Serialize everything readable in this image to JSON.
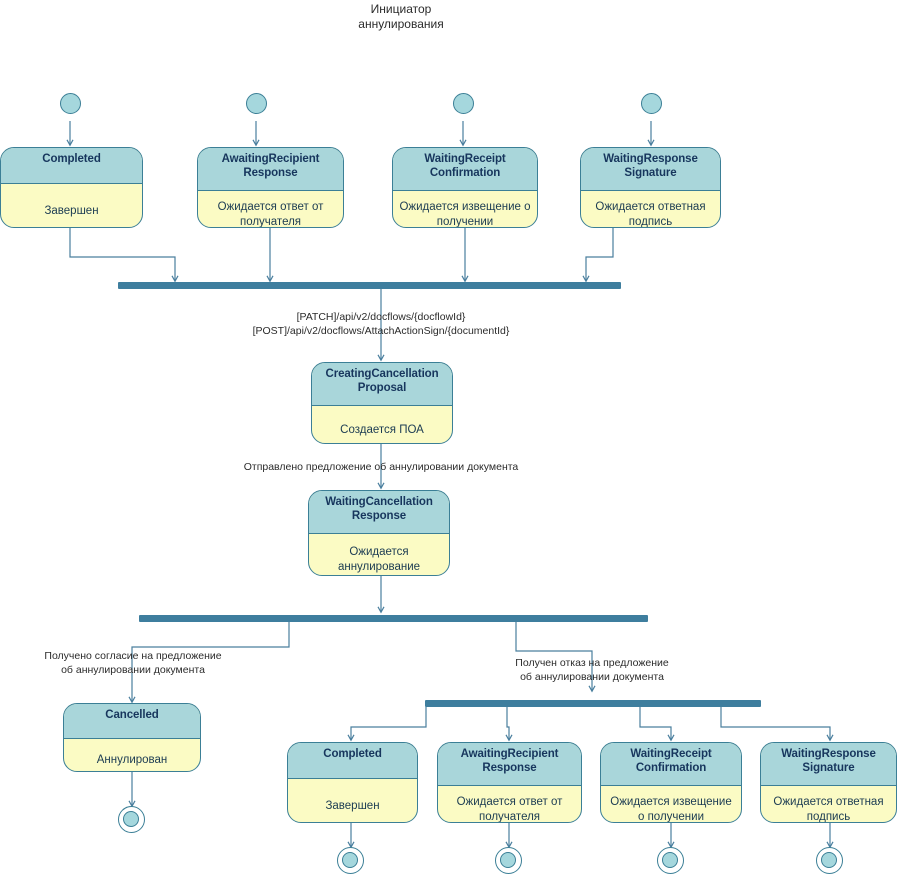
{
  "diagram": {
    "title": "Инициатор\nаннулирования",
    "colors": {
      "header_fill": "#a9d6da",
      "body_fill": "#fbfbc4",
      "border": "#3b7f96",
      "bar": "#3e7e9e",
      "connector": "#4a7f9e",
      "text": "#1b3b52"
    }
  },
  "top_states": [
    {
      "name": "Completed",
      "description": "Завершен"
    },
    {
      "name": "AwaitingRecipient\nResponse",
      "description": "Ожидается ответ от\nполучателя"
    },
    {
      "name": "WaitingReceipt\nConfirmation",
      "description": "Ожидается извещение\nо получении"
    },
    {
      "name": "WaitingResponse\nSignature",
      "description": "Ожидается ответная\nподпись"
    }
  ],
  "transitions": {
    "api_calls": "[PATCH]/api/v2/docflows/{docflowId}\n[POST]/api/v2/docflows/AttachActionSign/{documentId}",
    "proposal_sent": "Отправлено предложение об аннулировании документа",
    "accepted": "Получено согласие на предложение\nоб аннулировании документа",
    "rejected": "Получен отказ на предложение\nоб аннулировании документа"
  },
  "middle_states": [
    {
      "name": "CreatingCancellation\nProposal",
      "description": "Создается ПОА"
    },
    {
      "name": "WaitingCancellation\nResponse",
      "description": "Ожидается\nаннулирование"
    }
  ],
  "cancelled_state": {
    "name": "Cancelled",
    "description": "Аннулирован"
  },
  "bottom_states": [
    {
      "name": "Completed",
      "description": "Завершен"
    },
    {
      "name": "AwaitingRecipient\nResponse",
      "description": "Ожидается ответ от\nполучателя"
    },
    {
      "name": "WaitingReceipt\nConfirmation",
      "description": "Ожидается извещение\nо получении"
    },
    {
      "name": "WaitingResponse\nSignature",
      "description": "Ожидается ответная\nподпись"
    }
  ]
}
